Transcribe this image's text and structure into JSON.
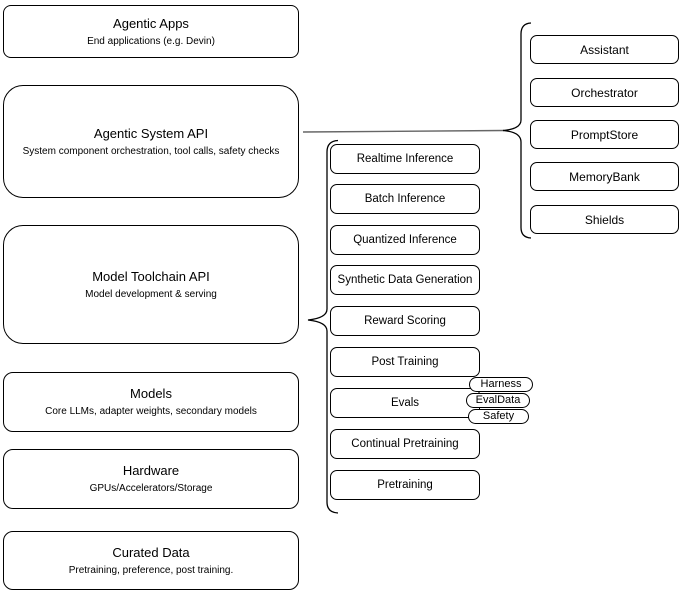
{
  "colors": {
    "node_stroke": "#000000",
    "brace_stroke": "#000000",
    "connector_stroke": "#666666",
    "fill": "#ffffff"
  },
  "left_stack": {
    "boxes": [
      {
        "title": "Agentic Apps",
        "subtitle": "End applications (e.g. Devin)"
      },
      {
        "title": "Agentic System API",
        "subtitle": "System component orchestration, tool calls, safety checks"
      },
      {
        "title": "Model Toolchain API",
        "subtitle": "Model development & serving"
      },
      {
        "title": "Models",
        "subtitle": "Core LLMs, adapter weights, secondary models"
      },
      {
        "title": "Hardware",
        "subtitle": "GPUs/Accelerators/Storage"
      },
      {
        "title": "Curated Data",
        "subtitle": "Pretraining, preference, post training."
      }
    ]
  },
  "toolchain_group": {
    "items": [
      "Realtime Inference",
      "Batch Inference",
      "Quantized Inference",
      "Synthetic Data Generation",
      "Reward Scoring",
      "Post Training",
      "Evals",
      "Continual Pretraining",
      "Pretraining"
    ]
  },
  "eval_tags": [
    "Harness",
    "EvalData",
    "Safety"
  ],
  "system_group": {
    "items": [
      "Assistant",
      "Orchestrator",
      "PromptStore",
      "MemoryBank",
      "Shields"
    ]
  }
}
